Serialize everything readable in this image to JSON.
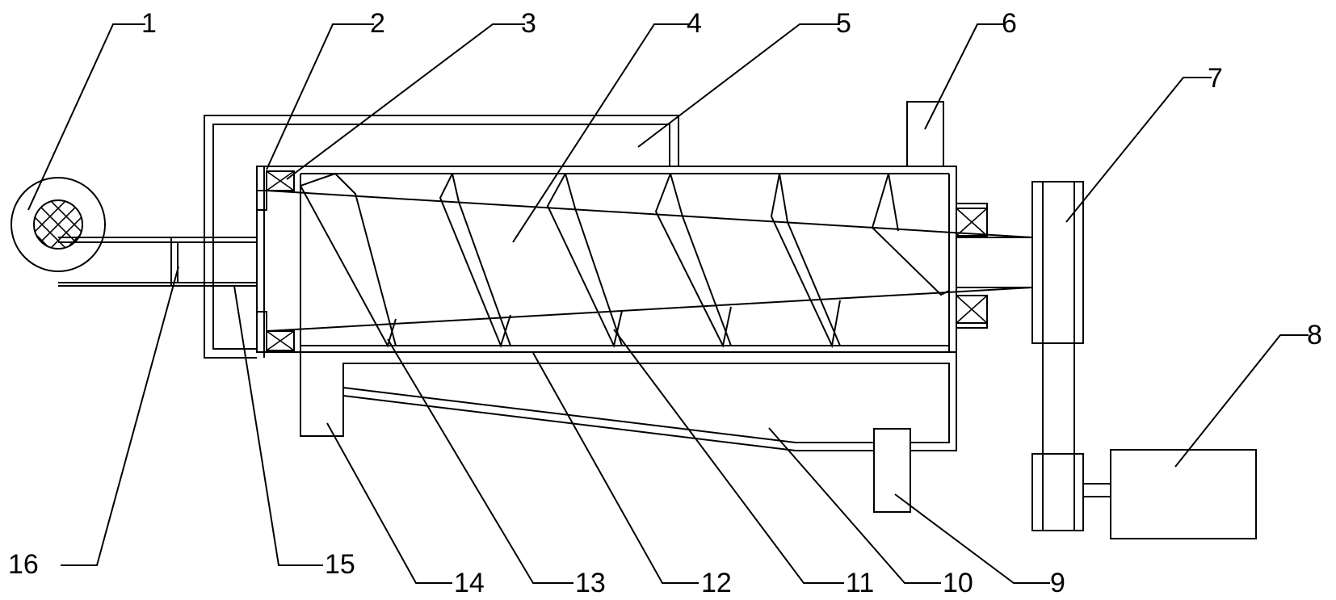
{
  "labels": [
    {
      "id": 1,
      "text": "1"
    },
    {
      "id": 2,
      "text": "2"
    },
    {
      "id": 3,
      "text": "3"
    },
    {
      "id": 4,
      "text": "4"
    },
    {
      "id": 5,
      "text": "5"
    },
    {
      "id": 6,
      "text": "6"
    },
    {
      "id": 7,
      "text": "7"
    },
    {
      "id": 8,
      "text": "8"
    },
    {
      "id": 9,
      "text": "9"
    },
    {
      "id": 10,
      "text": "10"
    },
    {
      "id": 11,
      "text": "11"
    },
    {
      "id": 12,
      "text": "12"
    },
    {
      "id": 13,
      "text": "13"
    },
    {
      "id": 14,
      "text": "14"
    },
    {
      "id": 15,
      "text": "15"
    },
    {
      "id": 16,
      "text": "16"
    }
  ]
}
